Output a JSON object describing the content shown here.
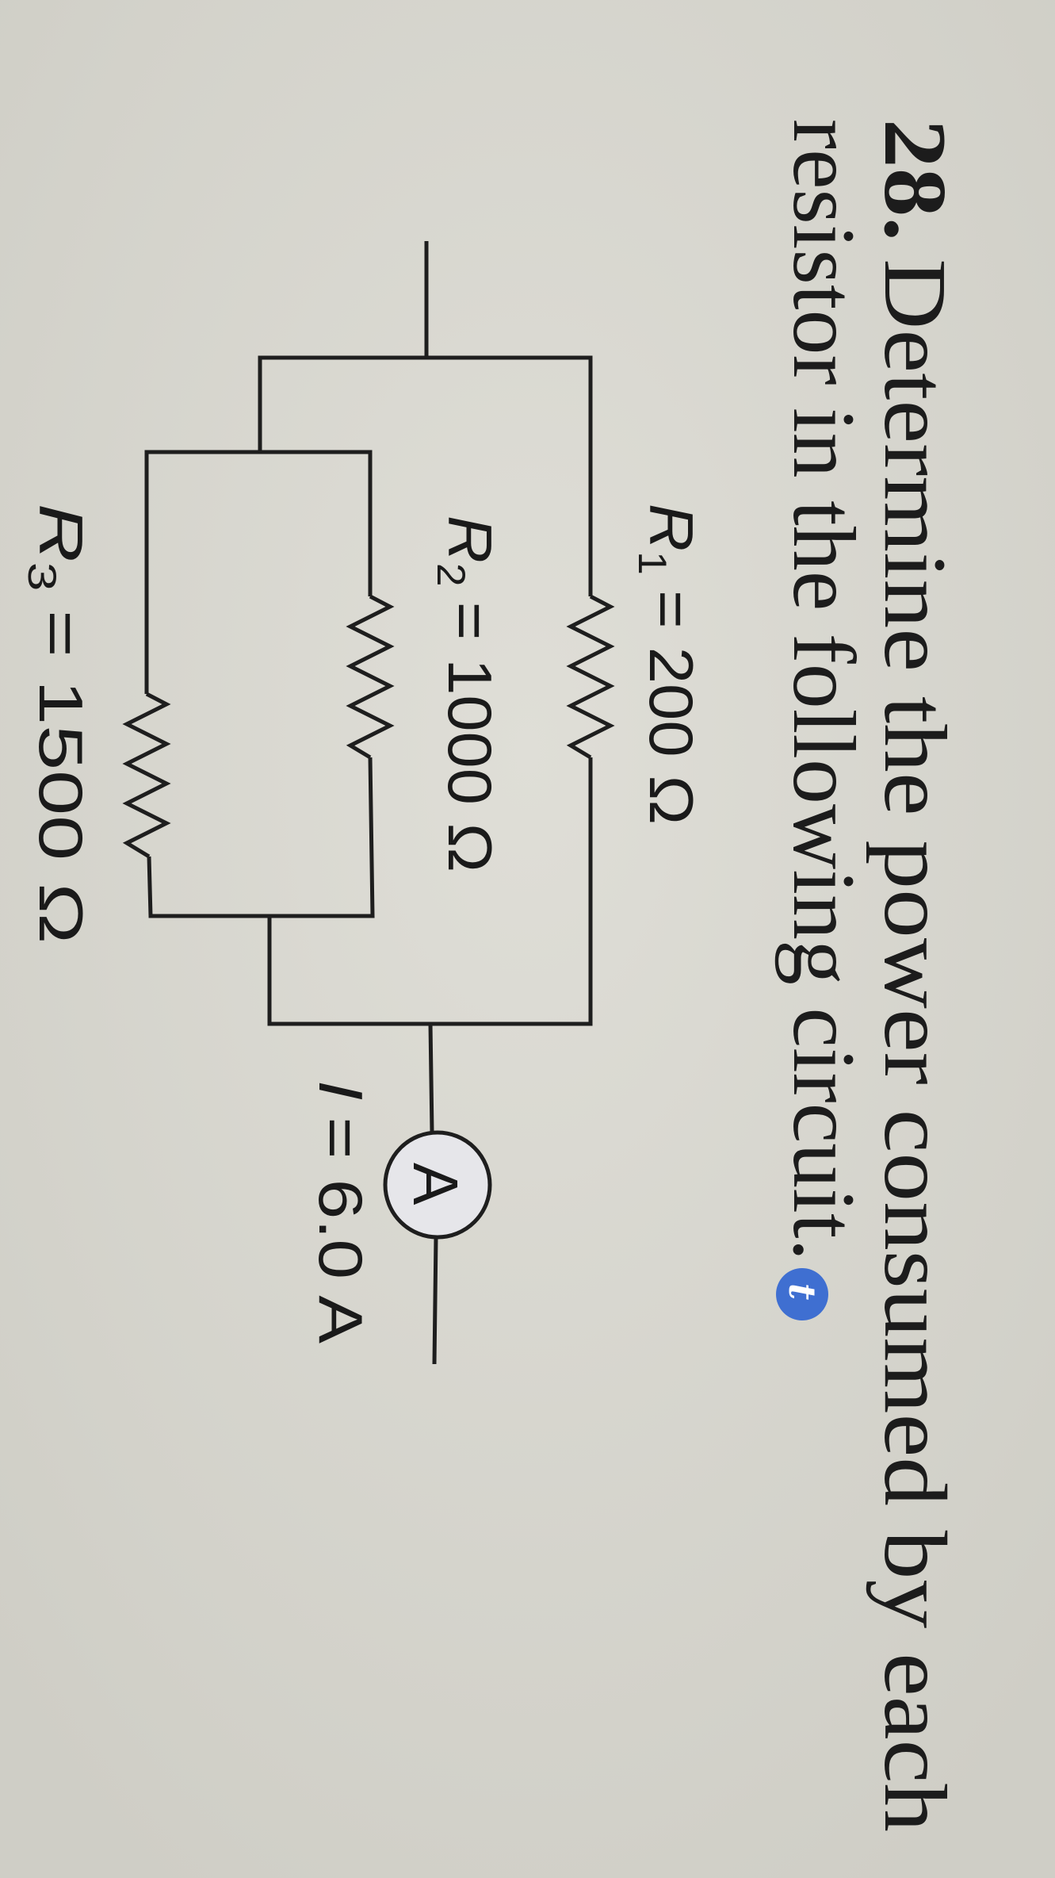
{
  "question": {
    "number": "28.",
    "line1": "Determine the power consumed by each",
    "line2": "resistor in the following circuit.",
    "icon": "t",
    "icon_color": "#3f6fd1"
  },
  "circuit": {
    "r1": {
      "symbol": "R",
      "sub": "1",
      "value": "= 200 Ω"
    },
    "r2": {
      "symbol": "R",
      "sub": "2",
      "value": "= 1000 Ω"
    },
    "r3": {
      "symbol": "R",
      "sub": "3",
      "value": "= 1500 Ω"
    },
    "ammeter": "A",
    "current": {
      "symbol": "I",
      "value": "= 6.0 A"
    }
  }
}
